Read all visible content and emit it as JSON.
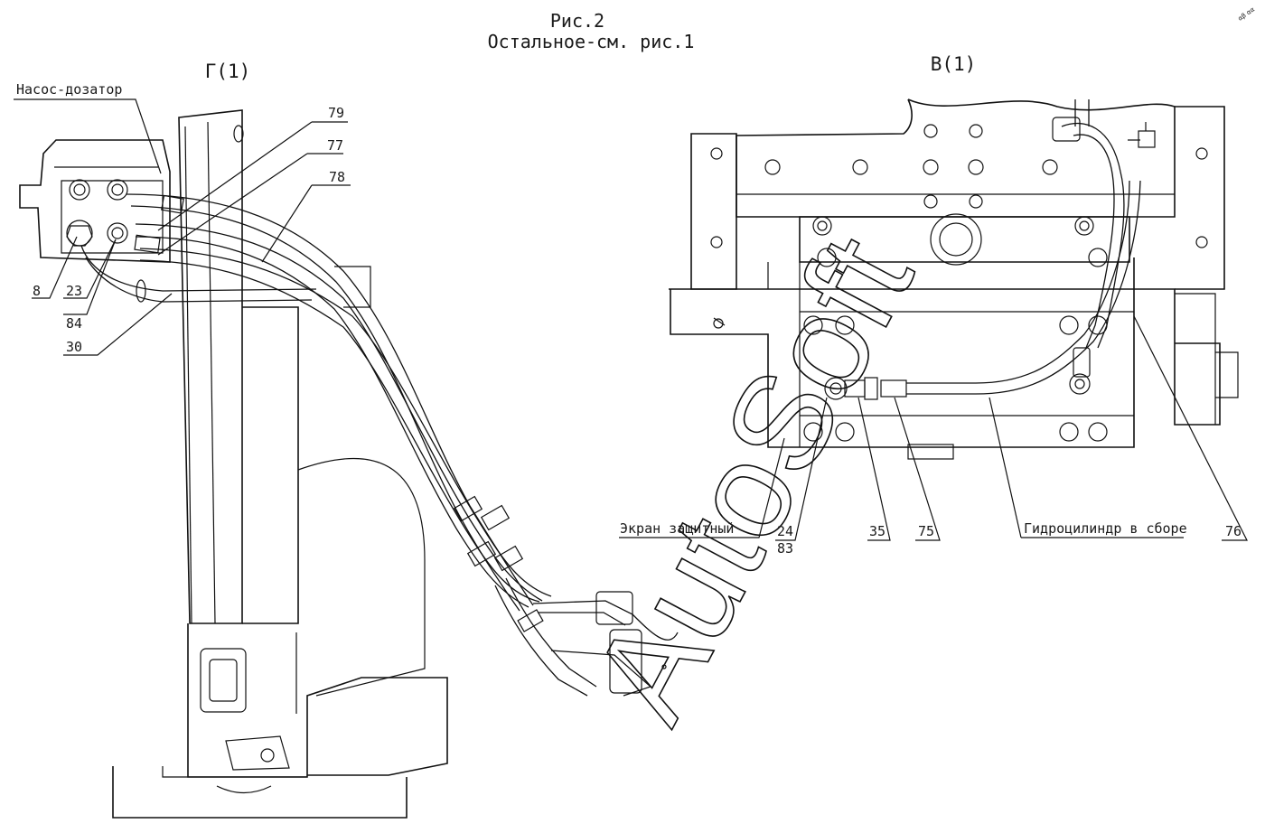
{
  "title": {
    "line1": "Рис.2",
    "line2": "Остальное-см. рис.1"
  },
  "views": {
    "left": "Г(1)",
    "right": "В(1)"
  },
  "watermark": "AutoSoft",
  "corner_mark": "αβ αα",
  "callouts_left": {
    "pump": "Насос-дозатор",
    "c79": "79",
    "c77": "77",
    "c78": "78",
    "c8": "8",
    "c23": "23",
    "c84": "84",
    "c30": "30"
  },
  "callouts_right": {
    "screen": "Экран защитный",
    "c24": "24",
    "c83": "83",
    "c35": "35",
    "c75": "75",
    "cylinder": "Гидроцилиндр в сборе",
    "c76": "76"
  }
}
